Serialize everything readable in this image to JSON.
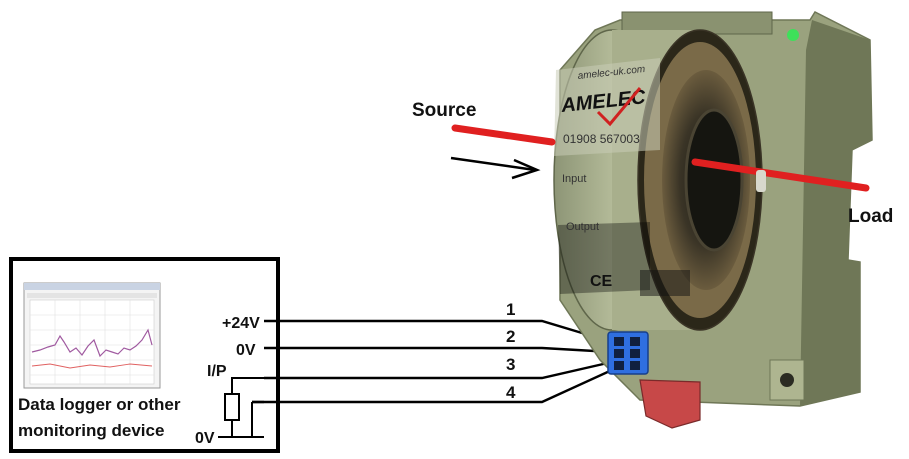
{
  "labels": {
    "source": "Source",
    "load": "Load",
    "box_caption_line1": "Data logger or other",
    "box_caption_line2": "monitoring device"
  },
  "terminals": [
    {
      "label": "+24V",
      "number": "1"
    },
    {
      "label": "0V",
      "number": "2"
    },
    {
      "label": "I/P",
      "number": "3"
    },
    {
      "label": "0V",
      "number": "4"
    }
  ],
  "device": {
    "website": "amelec-uk.com",
    "brand": "AMELEC",
    "phone": "01908 567003",
    "input_label": "Input",
    "output_label": "Output",
    "ce_mark": "CE"
  },
  "colors": {
    "conductor": "#e02020",
    "housing": "#9aa27e",
    "housing_dark": "#6f7757",
    "connector": "#2f6fe0",
    "led": "#3ee05a",
    "wire": "#000000"
  }
}
